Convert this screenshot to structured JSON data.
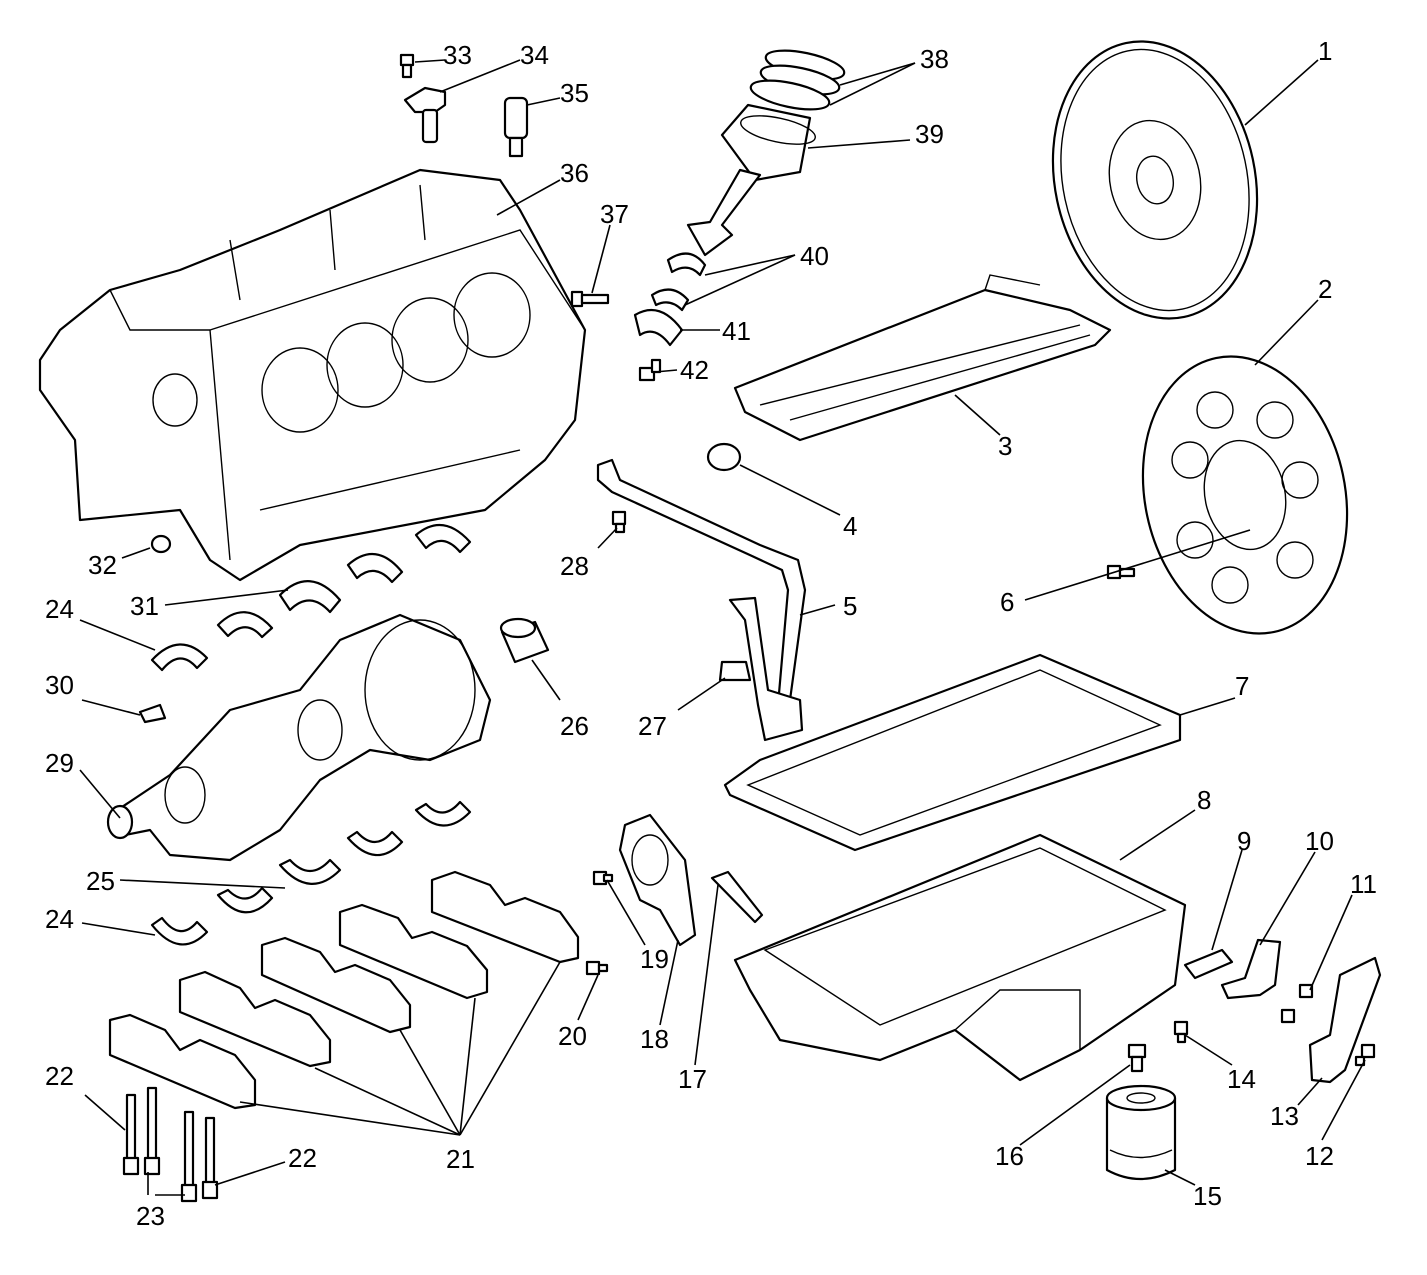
{
  "callouts": {
    "c1": "1",
    "c2": "2",
    "c3": "3",
    "c4": "4",
    "c5": "5",
    "c6": "6",
    "c7": "7",
    "c8": "8",
    "c9": "9",
    "c10": "10",
    "c11": "11",
    "c12": "12",
    "c13": "13",
    "c14": "14",
    "c15": "15",
    "c16": "16",
    "c17": "17",
    "c18": "18",
    "c19": "19",
    "c20": "20",
    "c21": "21",
    "c22": "22",
    "c23": "23",
    "c24": "24",
    "c25": "25",
    "c26": "26",
    "c27": "27",
    "c28": "28",
    "c29": "29",
    "c30": "30",
    "c31": "31",
    "c32": "32",
    "c33": "33",
    "c34": "34",
    "c35": "35",
    "c36": "36",
    "c37": "37",
    "c38": "38",
    "c39": "39",
    "c40": "40",
    "c41": "41",
    "c42": "42"
  },
  "colors": {
    "line": "#000000",
    "background": "#ffffff"
  }
}
